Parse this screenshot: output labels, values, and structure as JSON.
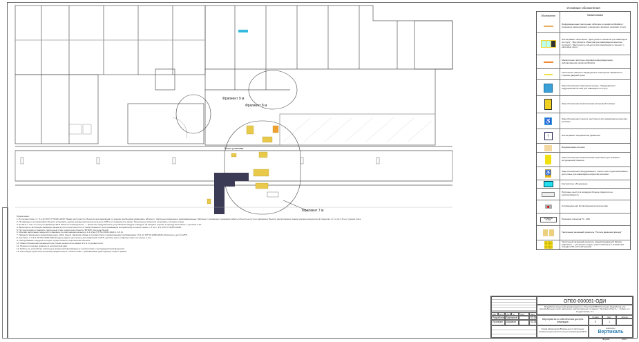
{
  "plan": {
    "fragments": [
      "Фрагмент 9 м",
      "Фрагмент 8 м",
      "Фрагмент 7 м"
    ],
    "install_label": "Место установки"
  },
  "legend": {
    "title": "Условные обозначения",
    "col_symbol": "Обозначение",
    "col_name": "Наименование",
    "items": [
      {
        "icon": "braille-info-plate-icon",
        "text": "Информационная тактильная табличка со шрифтом Брайля с указанием наименования учреждения, времени оказания услуги"
      },
      {
        "icon": "pictograms-icon",
        "text": "Пиктограммы тактильные: \"Доступность объектов для инвалидов по слуху\", \"Доступность объектов для инвалидов на креслах-колясках\", \"Доступность объектов для инвалидов по зрению\" с наличием полос"
      },
      {
        "icon": "mnemonic-scheme-icon",
        "text": "Мнемосхема тактильно-звуковая информационная, дублированная шрифтом Брайля"
      },
      {
        "icon": "tactile-plate-icon",
        "text": "Тактильная табличка \"Медицинское помещение\" Брайлем со стороны дверной ручки"
      },
      {
        "icon": "hearing-loop-sign-icon",
        "text": "Знак обозначения помещения (зоны), оборудованного индукционной петлей для инвалидов по слуху"
      },
      {
        "icon": "emergency-button-sign-icon",
        "text": "Знак обозначения кнопки вызова экстренной помощи"
      },
      {
        "icon": "wheelchair-sign-icon",
        "text": "Знак обозначения туалета, доступного для инвалидов на креслах-колясках"
      },
      {
        "icon": "direction-arrow-icon",
        "text": "Пиктограмма \"Направление движения\""
      },
      {
        "icon": "induction-system-icon",
        "text": "Индукционная система"
      },
      {
        "icon": "staff-call-sign-icon",
        "text": "Знак обозначения кнопки вызова персонала для оказания ситуационной помощи"
      },
      {
        "icon": "accessible-toilet-sign-icon",
        "text": "Знак обозначения оборудованного туалета или отдельной кабины, доступных для инвалидов на креслах-колясках"
      },
      {
        "icon": "contrast-marking-icon",
        "text": "Контрастное обозначение"
      },
      {
        "icon": "handrail-icon",
        "text": "Поручень, выступ в коридоре больше принятого не рассматривается"
      },
      {
        "icon": "call-button-icon",
        "text": "Антивандальная беспроводная кнопка вызова"
      },
      {
        "icon": "receiver-icon",
        "text": "Приемник сигналов ГС - 999",
        "symbol_text": "ПРИЕМНИК ГС-999"
      },
      {
        "icon": "tactile-strip-icon",
        "text": "Тактильный наземный указатель \"Полоса движения вперед\""
      },
      {
        "icon": "tactile-warning-icon",
        "text": "Тактильный наземный указатель предупреждающий. Форма рифления — усеченные конусы, расположенные в шахматном порядке (ПБ, желтый/черный)"
      }
    ]
  },
  "notes": {
    "title": "Примечание:",
    "lines": [
      "1. В соответствии с п. 5.2.12 ГОСТ Р 52131-2019 \"Знаки доступности объектов для инвалидов по зрению необходимо размещать вблизи от тактильно-визуальных информационных табличек с указанием и режимом работы объекта на пути их движения. Высота расположения знаков должна находиться в пределах от 1,2 до 1,6 м от уровня пола.",
      "2. На фасаде и на территории объекта установить кнопку вызова персонала на высоте 0,85 м от поверхности земли. Тактильные указатели установить согласно схеме.",
      "3. В связи с тем, что на пути движения МГН имеется перепад высот — принятие предусмотрено устройством пандуса. Пандусы на входных группах к проезду выполнить с уклоном 1:12.",
      "4. Выполнить тактильную наземную разметку из полосы светлого оттенка (бежевого, использованием контрастной) согласно схеме л. 5 по п. 4.9 ГОСТ Р 52875-2018.",
      "5. На территории установить тактильный план территории объекта \"ФГБОУ Колледж Лицей\".",
      "6. Монтаж тактильных покрытий установить по креплениям на высоте 1,2-1,6м (СП 59.13330.2020 п. 6.5.9).",
      "7. Привести временное информационное табло прием. Заказчик обязан в соответствии с нормативными требованиями п.5.1.12 СП 59.13330.2020 обеспечить доступ МГН.",
      "8. Согласно п. 6.1.6 СП 59.13330.2020 входные двери, доступные для инвалидов и МГН, должны иметь ширину в свету не менее 1,2 м.",
      "9. Обслуживание пандусов и перил осуществляется персоналом объекта.",
      "10. Знаки обозначения размещать на стенах на высоте не менее 1,5 м от уровня пола.",
      "11. Перила и поручни окрасить в контрастный цвет.",
      "12. Работы по устройству тактильных указателей производить в соответствии с инструкцией производителя.",
      "13. Настоящие проектные решения разработаны в соответствии с требованиями действующих норм и правил."
    ]
  },
  "stamp": {
    "code": "ОП00-000081-ОДИ",
    "description": "Разработка проектной документации по объектам ФГБОУ Колледж. Разработка для маломобильных групп населения, расположенных по адресу: Тверская область, г. Торжок, ул. Студенческая, 6.1",
    "headers": [
      "Изм.",
      "Кол.уч",
      "Лист",
      "№ док.",
      "Подп.",
      "Дата"
    ],
    "developed_label": "Разработал",
    "developed_name": "Мартынов",
    "developed_date": "03.25",
    "checked_label": "Проверил",
    "checked_name": "Шарипов",
    "checked_date": "03.25",
    "section_title": "Мероприятия по обеспечению доступа инвалидов",
    "sheet_title": "Схема размещения Визуальных и тактильных элементов доступности на пути перемещения МГН",
    "stage_label": "Стадия",
    "sheet_label": "Лист",
    "sheets_label": "Листов",
    "stage": "П",
    "sheet": "1",
    "company": "Вертикаль",
    "company_sub": "инжиниринг",
    "format_label": "Формат",
    "format": "А3х4"
  }
}
